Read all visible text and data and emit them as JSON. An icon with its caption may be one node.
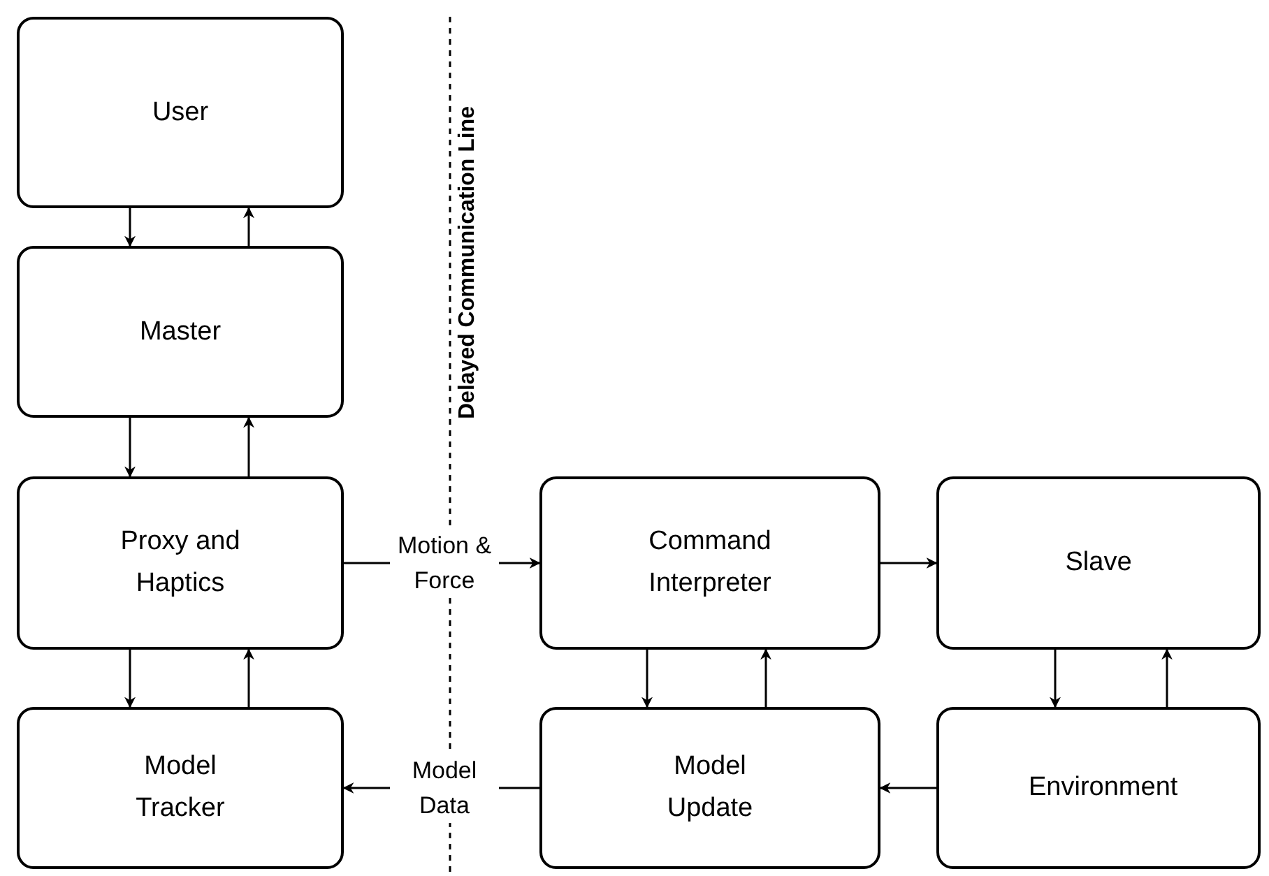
{
  "diagram": {
    "nodes": [
      {
        "text": [
          "User"
        ]
      },
      {
        "text": [
          "Master"
        ]
      },
      {
        "text": [
          "Proxy and Haptics"
        ]
      },
      {
        "text": [
          "Model Tracker"
        ]
      },
      {
        "text": [
          "Command Interpreter"
        ]
      },
      {
        "text": [
          "Slave"
        ]
      },
      {
        "text": [
          "Model Update"
        ]
      },
      {
        "text": [
          "Environment"
        ]
      }
    ],
    "edges": [
      {
        "from": 0,
        "to": 1,
        "arrow": "to"
      },
      {
        "from": 1,
        "to": 0,
        "arrow": "to"
      },
      {
        "from": 1,
        "to": 2,
        "arrow": "to"
      },
      {
        "from": 2,
        "to": 1,
        "arrow": "to"
      },
      {
        "from": 2,
        "to": 3,
        "arrow": "to"
      },
      {
        "from": 3,
        "to": 2,
        "arrow": "to"
      },
      {
        "from": 2,
        "to": 4,
        "arrow": "to",
        "label": "Motion & Force"
      },
      {
        "from": 4,
        "to": 5,
        "arrow": "to"
      },
      {
        "from": 5,
        "to": 7,
        "arrow": "to"
      },
      {
        "from": 7,
        "to": 5,
        "arrow": "to"
      },
      {
        "from": 4,
        "to": 6,
        "arrow": "to"
      },
      {
        "from": 6,
        "to": 4,
        "arrow": "to"
      },
      {
        "from": 7,
        "to": 6,
        "arrow": "to"
      },
      {
        "from": 6,
        "to": 3,
        "arrow": "to",
        "label": "Model Data"
      }
    ],
    "labels": [
      "Delayed Communication Line"
    ]
  }
}
